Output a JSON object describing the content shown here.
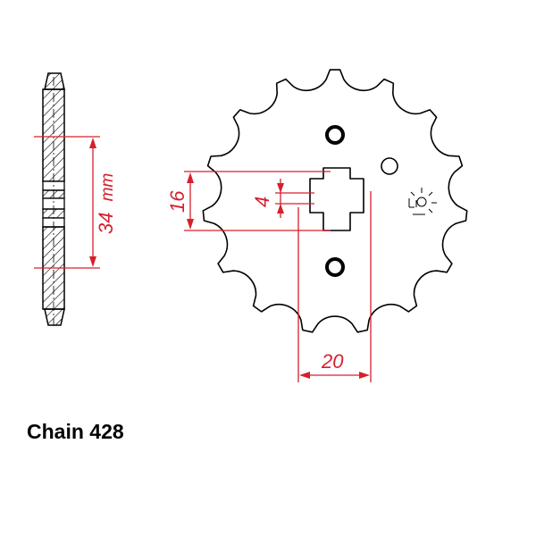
{
  "caption": "Chain 428",
  "dimensions": {
    "thickness": {
      "value": "34",
      "unit": "mm"
    },
    "spline_height": {
      "value": "16"
    },
    "spline_width": {
      "value": "4"
    },
    "bore_width": {
      "value": "20"
    }
  },
  "sprocket": {
    "teeth": 15
  },
  "colors": {
    "outline": "#000000",
    "dimension": "#d6202c",
    "background": "#ffffff"
  }
}
